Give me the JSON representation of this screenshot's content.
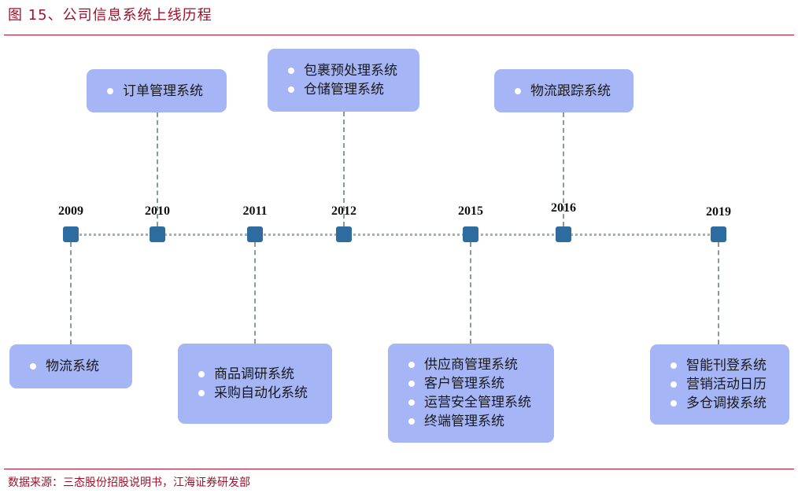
{
  "title": "图 15、公司信息系统上线历程",
  "source": "数据来源：三态股份招股说明书，江海证券研发部",
  "milestones": [
    {
      "year": "2009",
      "items": [
        "物流系统"
      ]
    },
    {
      "year": "2010",
      "items": [
        "订单管理系统"
      ]
    },
    {
      "year": "2011",
      "items": [
        "商品调研系统",
        "采购自动化系统"
      ]
    },
    {
      "year": "2012",
      "items": [
        "包裹预处理系统",
        "仓储管理系统"
      ]
    },
    {
      "year": "2015",
      "items": [
        "供应商管理系统",
        "客户管理系统",
        "运营安全管理系统",
        "终端管理系统"
      ]
    },
    {
      "year": "2016",
      "items": [
        "物流跟踪系统"
      ]
    },
    {
      "year": "2019",
      "items": [
        "智能刊登系统",
        "营销活动日历",
        "多仓调拨系统"
      ]
    }
  ],
  "colors": {
    "node": "#2e6b9e",
    "box": "#a5b5f6",
    "accent": "#c0102a"
  }
}
